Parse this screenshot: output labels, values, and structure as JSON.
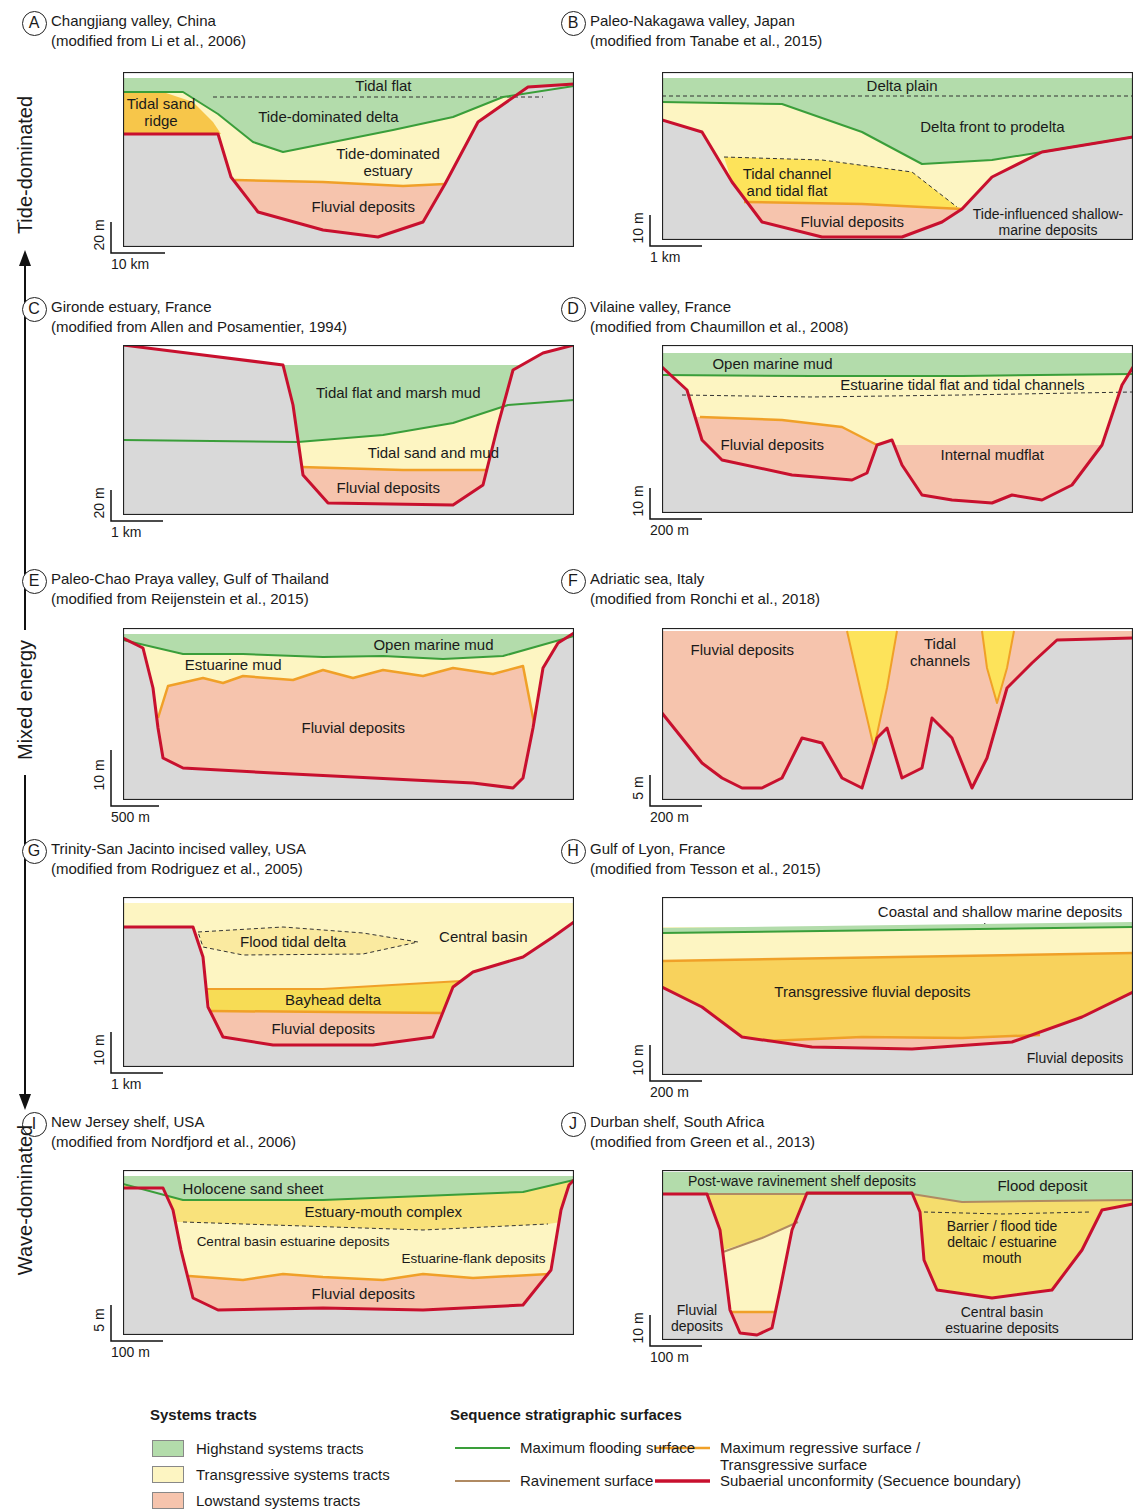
{
  "diagram": {
    "nodes": [
      {
        "text": [
          "A"
        ]
      },
      {
        "text": [
          "Changjiang valley, China",
          "(modified from Li et al., 2006)"
        ]
      },
      {
        "text": [
          "Tidal flat"
        ],
        "in": 1
      },
      {
        "text": [
          "Tide-dominated delta"
        ],
        "in": 1
      },
      {
        "text": [
          "Tidal sand ridge"
        ],
        "in": 1
      },
      {
        "text": [
          "Tide-dominated estuary"
        ],
        "in": 1
      },
      {
        "text": [
          "Fluvial deposits"
        ],
        "in": 1
      },
      {
        "text": [
          "B"
        ]
      },
      {
        "text": [
          "Paleo-Nakagawa valley, Japan",
          "(modified from Tanabe et al., 2015)"
        ]
      },
      {
        "text": [
          "Delta plain"
        ],
        "in": 8
      },
      {
        "text": [
          "Delta front to prodelta"
        ],
        "in": 8
      },
      {
        "text": [
          "Tidal channel and tidal flat"
        ],
        "in": 8
      },
      {
        "text": [
          "Fluvial deposits"
        ],
        "in": 8
      },
      {
        "text": [
          "C"
        ]
      },
      {
        "text": [
          "Gironde estuary, France",
          "(modified from Allen and Posamentier, 1994)"
        ]
      },
      {
        "text": [
          "Tidal flat and marsh mud"
        ],
        "in": 14
      },
      {
        "text": [
          "Tidal sand and mud"
        ],
        "in": 14
      },
      {
        "text": [
          "Fluvial deposits"
        ],
        "in": 14
      },
      {
        "text": [
          "D"
        ]
      },
      {
        "text": [
          "Vilaine valley, France",
          "(modified from Chaumillon et al., 2008)"
        ]
      },
      {
        "text": [
          "Open marine mud"
        ],
        "in": 19
      },
      {
        "text": [
          "Estuarine tidal flat and tidal channels"
        ],
        "in": 19
      },
      {
        "text": [
          "Fluvial deposits"
        ],
        "in": 19
      },
      {
        "text": [
          "Internal mudflat"
        ],
        "in": 19
      },
      {
        "text": [
          "E"
        ]
      },
      {
        "text": [
          "Paleo-Chao Praya valley, Gulf of Thailand",
          "(modified from Reijenstein et al., 2015)"
        ]
      },
      {
        "text": [
          "Open marine mud"
        ],
        "in": 25
      },
      {
        "text": [
          "Estuarine mud"
        ],
        "in": 25
      },
      {
        "text": [
          "Fluvial deposits"
        ],
        "in": 25
      },
      {
        "text": [
          "F"
        ]
      },
      {
        "text": [
          "Adriatic sea, Italy",
          "(modified from Ronchi et al., 2018)"
        ]
      },
      {
        "text": [
          "Fluvial deposits"
        ],
        "in": 30
      },
      {
        "text": [
          "G"
        ]
      },
      {
        "text": [
          "Trinity-San Jacinto incised valley, USA",
          "(modified from Rodriguez et al., 2005)"
        ]
      },
      {
        "text": [
          "Flood tidal delta"
        ],
        "in": 33
      },
      {
        "text": [
          "Central basin"
        ],
        "in": 33
      },
      {
        "text": [
          "Bayhead delta"
        ],
        "in": 33
      },
      {
        "text": [
          "Fluvial deposits"
        ],
        "in": 33
      },
      {
        "text": [
          "H"
        ]
      },
      {
        "text": [
          "Gulf of Lyon, France",
          "(modified from Tesson et al., 2015)"
        ]
      },
      {
        "text": [
          "Transgressive fluvial deposits"
        ],
        "in": 39
      },
      {
        "text": [
          "I"
        ]
      },
      {
        "text": [
          "New Jersey shelf, USA",
          "(modified from Nordfjord et al., 2006)"
        ]
      },
      {
        "text": [
          "Holocene sand sheet"
        ],
        "in": 42
      },
      {
        "text": [
          "Estuary-mouth complex"
        ],
        "in": 42
      },
      {
        "text": [
          "Central basin estuarine deposits"
        ],
        "in": 42
      },
      {
        "text": [
          "Estuarine-flank deposits"
        ],
        "in": 42
      },
      {
        "text": [
          "Fluvial deposits"
        ],
        "in": 42
      },
      {
        "text": [
          "J"
        ]
      },
      {
        "text": [
          "Durban shelf, South Africa",
          "(modified from Green et al., 2013)"
        ]
      },
      {
        "text": [
          "Post-wave ravinement shelf deposits"
        ],
        "in": 49
      },
      {
        "text": [
          "Flood deposit"
        ],
        "in": 49
      }
    ],
    "labels": [
      "Tide-dominated",
      "Mixed energy",
      "Wave-dominated",
      "20 m",
      "10 km",
      "10 m",
      "1 km",
      "Tide-influenced shallow-marine deposits",
      "20 m",
      "1 km",
      "10 m",
      "200 m",
      "10 m",
      "500 m",
      "5 m",
      "200 m",
      "Tidal channels",
      "10 m",
      "1 km",
      "10 m",
      "200 m",
      "Coastal and shallow marine deposits",
      "Fluvial deposits",
      "5 m",
      "100 m",
      "10 m",
      "100 m",
      "Barrier / flood tide deltaic / estuarine mouth",
      "Central basin estuarine deposits",
      "Fluvial deposits",
      "Systems tracts",
      "Sequence stratigraphic surfaces"
    ],
    "legend": [
      {
        "text": "Highstand systems tracts",
        "color": "#b3dcab"
      },
      {
        "text": "Transgressive systems tracts",
        "color": "#fdf5c2"
      },
      {
        "text": "Lowstand systems tracts",
        "color": "#f6c4ad"
      },
      {
        "text": "Maximum flooding surface"
      },
      {
        "text": "Ravinement surface"
      },
      {
        "text": "Maximum regressive surface / Transgressive surface"
      },
      {
        "text": "Subaerial unconformity (Secuence boundary)"
      }
    ]
  }
}
